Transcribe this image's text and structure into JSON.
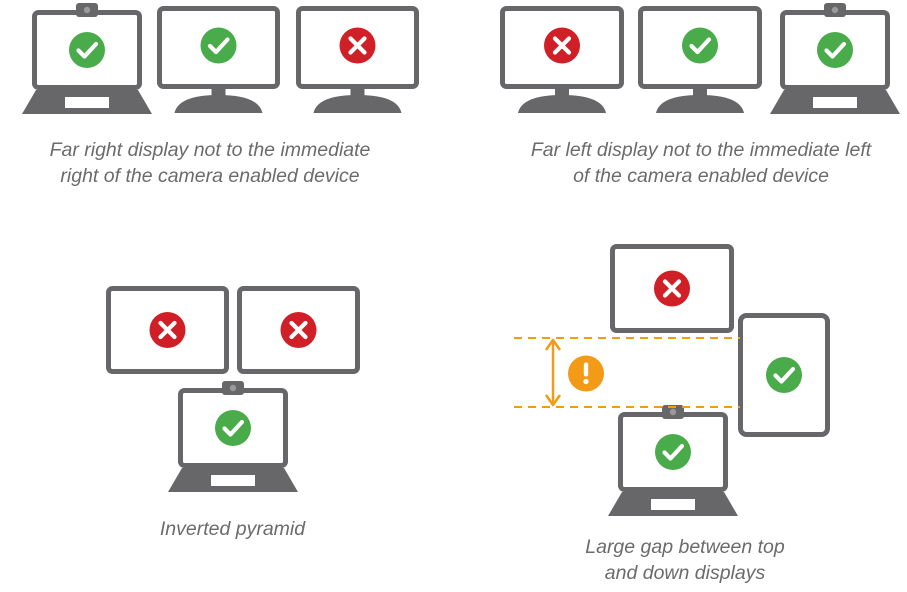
{
  "colors": {
    "device": "#676669",
    "screen": "#ffffff",
    "ok": "#4aab4a",
    "bad": "#d01f26",
    "warn": "#f39a16",
    "caption": "#6b6b6b"
  },
  "scenarios": [
    {
      "caption_lines": [
        "Far right display not to the immediate",
        "right of the camera enabled device"
      ],
      "devices": [
        {
          "kind": "laptop-with-camera",
          "status": "ok"
        },
        {
          "kind": "monitor",
          "status": "ok"
        },
        {
          "kind": "monitor",
          "status": "bad"
        }
      ]
    },
    {
      "caption_lines": [
        "Far left display not to the immediate left",
        "of the camera enabled device"
      ],
      "devices": [
        {
          "kind": "monitor",
          "status": "bad"
        },
        {
          "kind": "monitor",
          "status": "ok"
        },
        {
          "kind": "laptop-with-camera",
          "status": "ok"
        }
      ]
    },
    {
      "caption_lines": [
        "Inverted pyramid"
      ],
      "devices": [
        {
          "kind": "monitor",
          "status": "bad"
        },
        {
          "kind": "monitor",
          "status": "bad"
        },
        {
          "kind": "laptop-with-camera",
          "status": "ok"
        }
      ]
    },
    {
      "caption_lines": [
        "Large gap between top",
        "and down displays"
      ],
      "devices": [
        {
          "kind": "monitor",
          "status": "bad"
        },
        {
          "kind": "tablet",
          "status": "ok"
        },
        {
          "kind": "laptop-with-camera",
          "status": "ok"
        },
        {
          "kind": "gap-indicator",
          "status": "warn"
        }
      ]
    }
  ]
}
